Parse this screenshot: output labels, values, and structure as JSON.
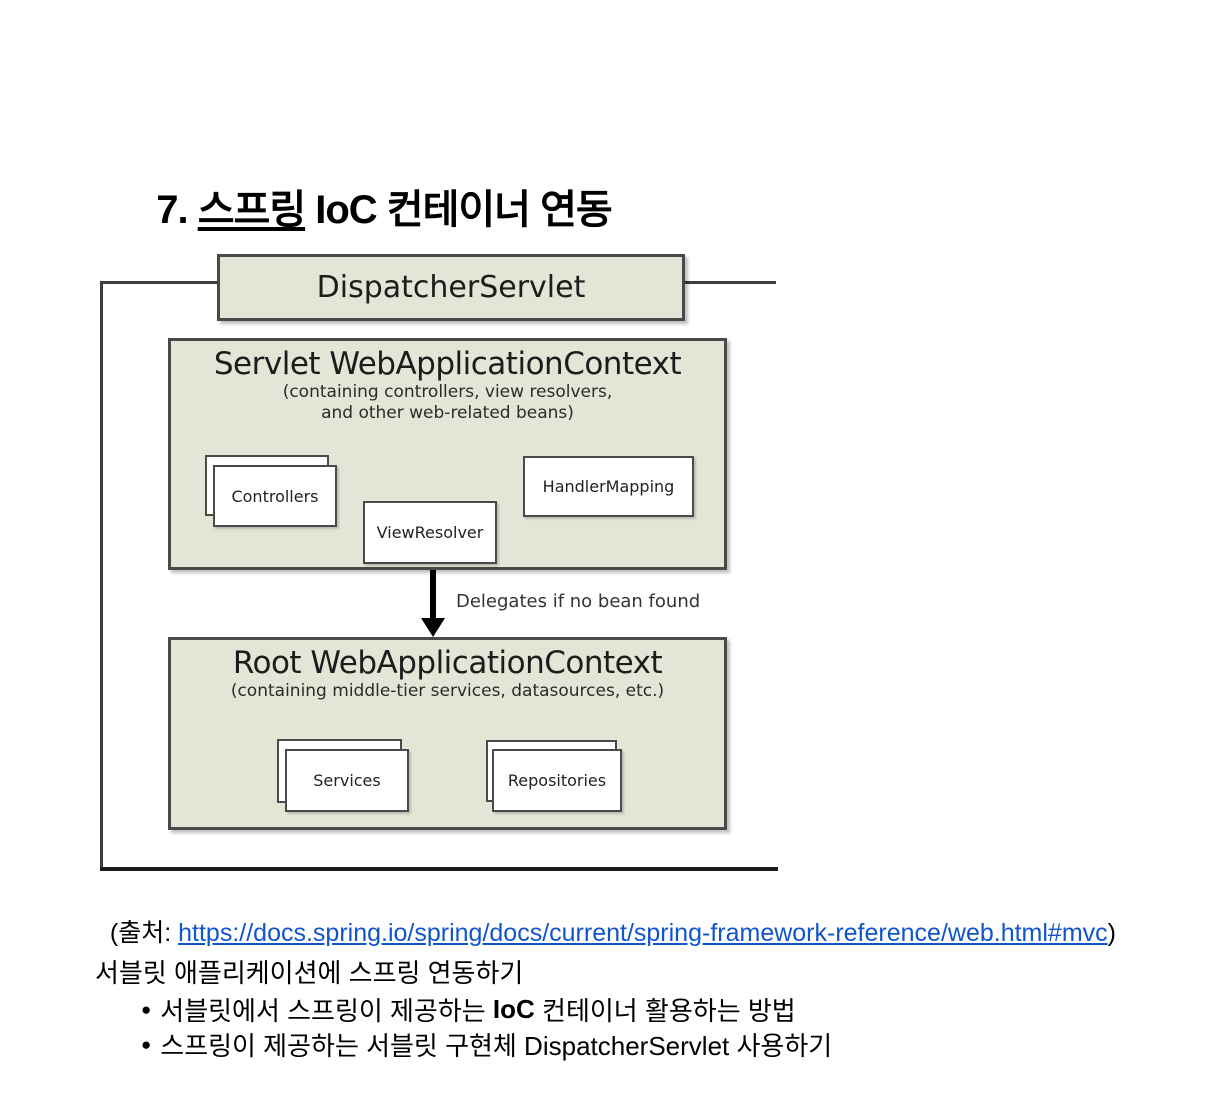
{
  "title": {
    "part1": "7. ",
    "part2_underlined": "스프링",
    "part3": " IoC 컨테이너 연동"
  },
  "diagram": {
    "dispatcher_servlet_label": "DispatcherServlet",
    "servlet_context": {
      "title": "Servlet WebApplicationContext",
      "subtitle_line1": "(containing controllers, view resolvers,",
      "subtitle_line2": "and other web-related beans)",
      "controllers_label": "Controllers",
      "view_resolver_label": "ViewResolver",
      "handler_mapping_label": "HandlerMapping"
    },
    "arrow_label": "Delegates if no bean found",
    "root_context": {
      "title": "Root WebApplicationContext",
      "subtitle": "(containing middle-tier services, datasources, etc.)",
      "services_label": "Services",
      "repositories_label": "Repositories"
    },
    "colors": {
      "context_fill": "#e4e5d6",
      "box_border": "#4a4a4a",
      "frame_line": "#3d3d3d"
    }
  },
  "source": {
    "prefix": "(출처: ",
    "link_text": "https://docs.spring.io/spring/docs/current/spring-framework-reference/web.html#mvc",
    "suffix": ")",
    "link_color": "#1155cc"
  },
  "body": {
    "intro": "서블릿 애플리케이션에 스프링 연동하기",
    "bullet_glyph": "●",
    "bullets": [
      {
        "pre": "서블릿에서 스프링이 제공하는 ",
        "bold": "IoC",
        "post": " 컨테이너 활용하는 방법"
      },
      {
        "pre": "스프링이 제공하는 서블릿 구현체 DispatcherServlet 사용하기",
        "bold": "",
        "post": ""
      }
    ]
  }
}
